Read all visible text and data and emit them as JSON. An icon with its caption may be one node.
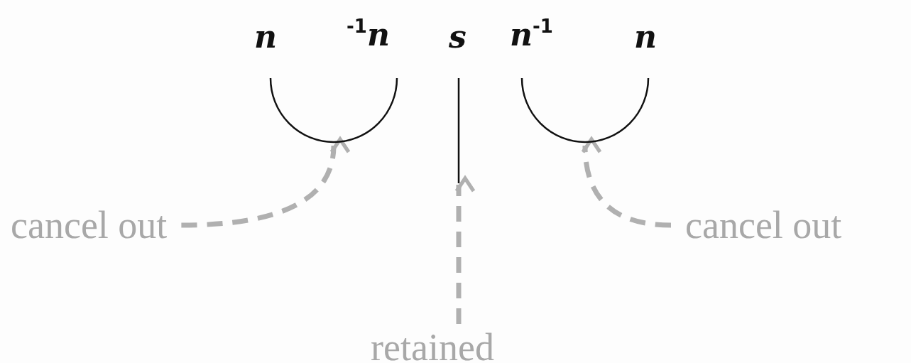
{
  "diagram": {
    "nodes": [
      {
        "text": [],
        "shape": "arc"
      },
      {
        "text": [],
        "shape": "line"
      },
      {
        "text": [],
        "shape": "arc"
      },
      {
        "text": [
          "cancel out"
        ]
      },
      {
        "text": [
          "cancel out"
        ]
      },
      {
        "text": [
          "retained"
        ]
      }
    ],
    "edges": [
      {
        "from": 3,
        "to": 0,
        "arrow": "to",
        "style": "dashed"
      },
      {
        "from": 5,
        "to": 1,
        "arrow": "to",
        "style": "dashed"
      },
      {
        "from": 4,
        "to": 2,
        "arrow": "to",
        "style": "dashed"
      }
    ],
    "labels": [
      "n",
      "$^{-1}$n",
      "s",
      "n$^{-1}$",
      "n"
    ]
  }
}
